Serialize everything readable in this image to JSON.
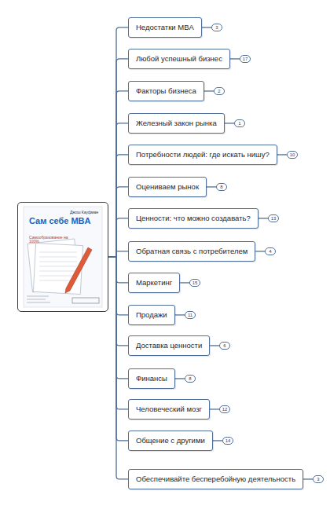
{
  "diagram": {
    "nodes": [
      {
        "text": [
          "Джош Кауфман",
          "Сам себе MBA",
          "Самообразование на 100%"
        ]
      },
      {
        "text": [
          "Недостатки MBA"
        ]
      },
      {
        "text": [
          "3"
        ]
      },
      {
        "text": [
          "Любой успешный бизнес"
        ]
      },
      {
        "text": [
          "17"
        ]
      },
      {
        "text": [
          "Факторы бизнеса"
        ]
      },
      {
        "text": [
          "2"
        ]
      },
      {
        "text": [
          "Железный закон рынка"
        ]
      },
      {
        "text": [
          "1"
        ]
      },
      {
        "text": [
          "Потребности людей: где искать нишу?"
        ]
      },
      {
        "text": [
          "10"
        ]
      },
      {
        "text": [
          "Оцениваем рынок"
        ]
      },
      {
        "text": [
          "8"
        ]
      },
      {
        "text": [
          "Ценности: что можно создавать?"
        ]
      },
      {
        "text": [
          "13"
        ]
      },
      {
        "text": [
          "Обратная связь с потребителем"
        ]
      },
      {
        "text": [
          "4"
        ]
      },
      {
        "text": [
          "Маркетинг"
        ]
      },
      {
        "text": [
          "15"
        ]
      },
      {
        "text": [
          "Продажи"
        ]
      },
      {
        "text": [
          "11"
        ]
      },
      {
        "text": [
          "Доставка ценности"
        ]
      },
      {
        "text": [
          "6"
        ]
      },
      {
        "text": [
          "Финансы"
        ]
      },
      {
        "text": [
          "8"
        ]
      },
      {
        "text": [
          "Человеческий мозг"
        ]
      },
      {
        "text": [
          "12"
        ]
      },
      {
        "text": [
          "Общение с другими"
        ]
      },
      {
        "text": [
          "14"
        ]
      },
      {
        "text": [
          "Обеспечивайте бесперебойную деятельность"
        ]
      },
      {
        "text": [
          "3"
        ]
      }
    ],
    "edges": [
      {
        "from": 0,
        "to": 1,
        "arrow": "none"
      },
      {
        "from": 1,
        "to": 2,
        "arrow": "none"
      },
      {
        "from": 0,
        "to": 3,
        "arrow": "none"
      },
      {
        "from": 3,
        "to": 4,
        "arrow": "none"
      },
      {
        "from": 0,
        "to": 5,
        "arrow": "none"
      },
      {
        "from": 5,
        "to": 6,
        "arrow": "none"
      },
      {
        "from": 0,
        "to": 7,
        "arrow": "none"
      },
      {
        "from": 7,
        "to": 8,
        "arrow": "none"
      },
      {
        "from": 0,
        "to": 9,
        "arrow": "none"
      },
      {
        "from": 9,
        "to": 10,
        "arrow": "none"
      },
      {
        "from": 0,
        "to": 11,
        "arrow": "none"
      },
      {
        "from": 11,
        "to": 12,
        "arrow": "none"
      },
      {
        "from": 0,
        "to": 13,
        "arrow": "none"
      },
      {
        "from": 13,
        "to": 14,
        "arrow": "none"
      },
      {
        "from": 0,
        "to": 15,
        "arrow": "none"
      },
      {
        "from": 15,
        "to": 16,
        "arrow": "none"
      },
      {
        "from": 0,
        "to": 17,
        "arrow": "none"
      },
      {
        "from": 17,
        "to": 18,
        "arrow": "none"
      },
      {
        "from": 0,
        "to": 19,
        "arrow": "none"
      },
      {
        "from": 19,
        "to": 20,
        "arrow": "none"
      },
      {
        "from": 0,
        "to": 21,
        "arrow": "none"
      },
      {
        "from": 21,
        "to": 22,
        "arrow": "none"
      },
      {
        "from": 0,
        "to": 23,
        "arrow": "none"
      },
      {
        "from": 23,
        "to": 24,
        "arrow": "none"
      },
      {
        "from": 0,
        "to": 25,
        "arrow": "none"
      },
      {
        "from": 25,
        "to": 26,
        "arrow": "none"
      },
      {
        "from": 0,
        "to": 27,
        "arrow": "none"
      },
      {
        "from": 27,
        "to": 28,
        "arrow": "none"
      },
      {
        "from": 0,
        "to": 29,
        "arrow": "none"
      },
      {
        "from": 29,
        "to": 30,
        "arrow": "none"
      }
    ]
  }
}
